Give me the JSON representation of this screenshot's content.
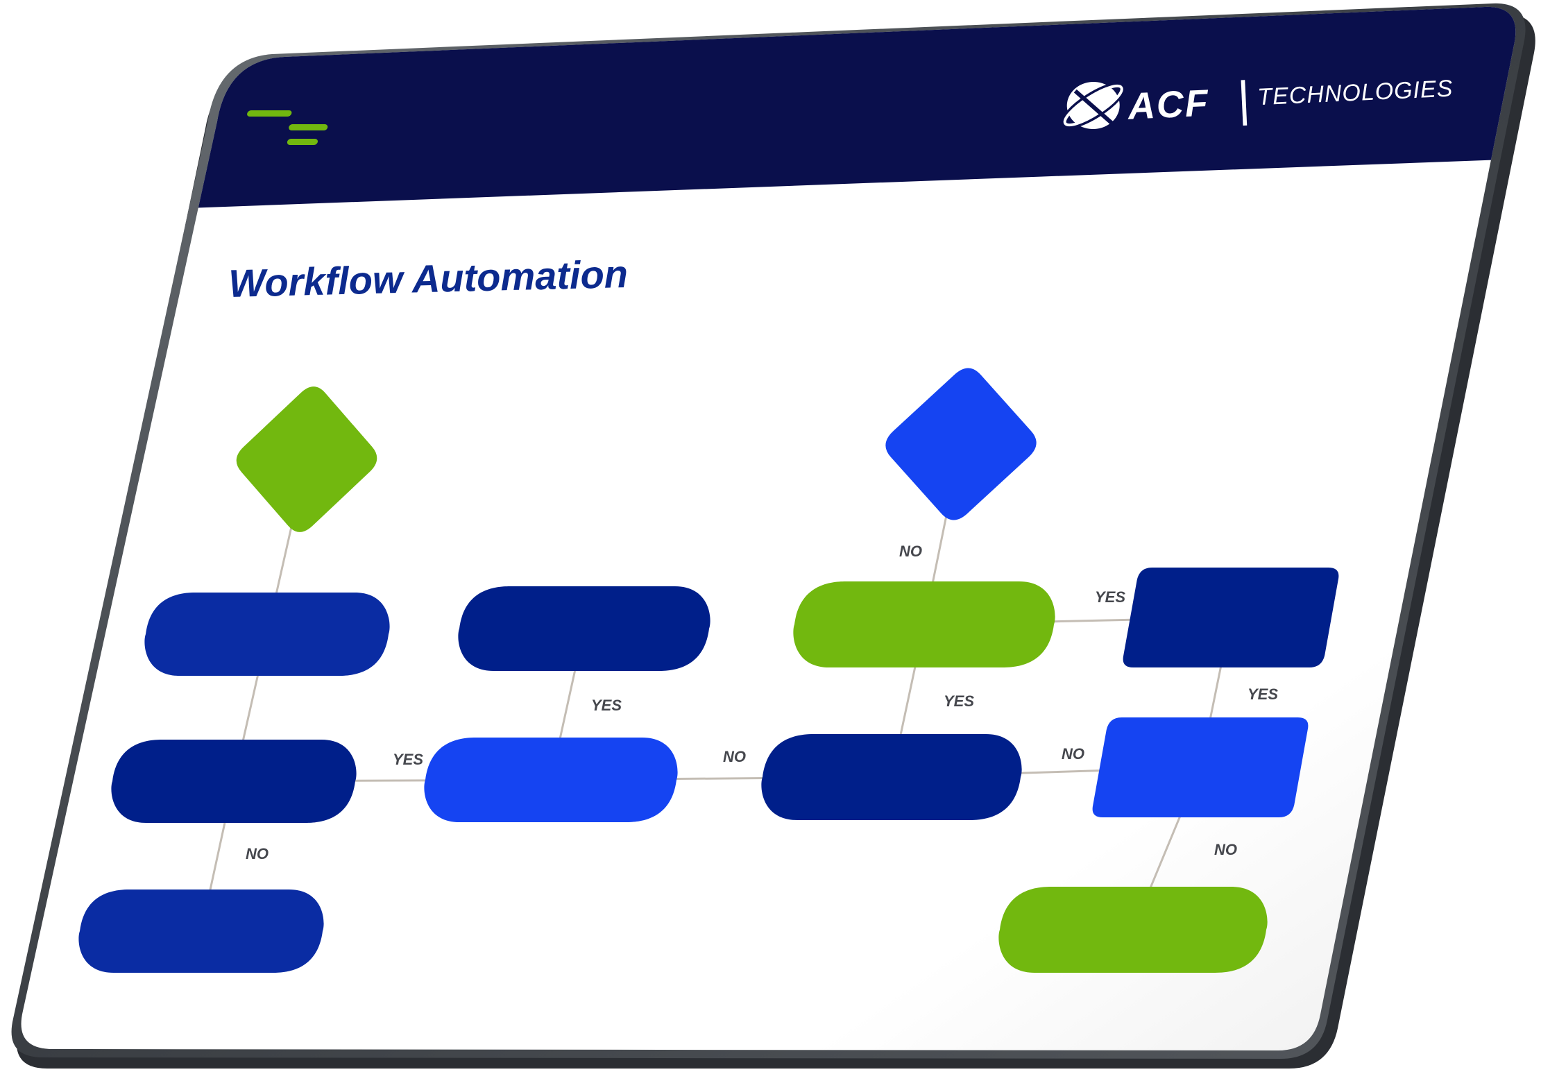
{
  "brand": {
    "name": "ACF",
    "divider": "|",
    "suffix": "TECHNOLOGIES"
  },
  "page": {
    "title": "Workflow Automation"
  },
  "colors": {
    "header": "#0a0f4c",
    "accent_green": "#72b80f",
    "royal_blue": "#0a2ca3",
    "navy": "#001f8a",
    "bright_blue": "#1544f2",
    "connector": "#c4bdb4",
    "label": "#45474d",
    "title": "#0c2a8e"
  },
  "diagram": {
    "nodes": [
      {
        "id": "n1",
        "shape": "diamond",
        "fill": "accent_green"
      },
      {
        "id": "n2",
        "shape": "pill",
        "fill": "royal_blue"
      },
      {
        "id": "n3",
        "shape": "pill",
        "fill": "navy"
      },
      {
        "id": "n4",
        "shape": "pill",
        "fill": "royal_blue"
      },
      {
        "id": "n5",
        "shape": "pill",
        "fill": "navy"
      },
      {
        "id": "n6",
        "shape": "pill",
        "fill": "bright_blue"
      },
      {
        "id": "n7",
        "shape": "diamond",
        "fill": "bright_blue"
      },
      {
        "id": "n8",
        "shape": "pill",
        "fill": "accent_green"
      },
      {
        "id": "n9",
        "shape": "parallelogram",
        "fill": "navy"
      },
      {
        "id": "n10",
        "shape": "pill",
        "fill": "navy"
      },
      {
        "id": "n11",
        "shape": "parallelogram",
        "fill": "bright_blue"
      },
      {
        "id": "n12",
        "shape": "pill",
        "fill": "accent_green"
      }
    ],
    "edges": [
      {
        "from": "n1",
        "to": "n2",
        "label": ""
      },
      {
        "from": "n2",
        "to": "n3",
        "label": ""
      },
      {
        "from": "n3",
        "to": "n4",
        "label": "NO"
      },
      {
        "from": "n3",
        "to": "n6",
        "label": "YES"
      },
      {
        "from": "n6",
        "to": "n5",
        "label": "YES"
      },
      {
        "from": "n6",
        "to": "n10",
        "label": "NO"
      },
      {
        "from": "n7",
        "to": "n8",
        "label": "NO"
      },
      {
        "from": "n8",
        "to": "n10",
        "label": "YES"
      },
      {
        "from": "n8",
        "to": "n9",
        "label": "YES"
      },
      {
        "from": "n10",
        "to": "n11",
        "label": "NO"
      },
      {
        "from": "n11",
        "to": "n9",
        "label": "YES"
      },
      {
        "from": "n11",
        "to": "n12",
        "label": "NO"
      }
    ]
  }
}
